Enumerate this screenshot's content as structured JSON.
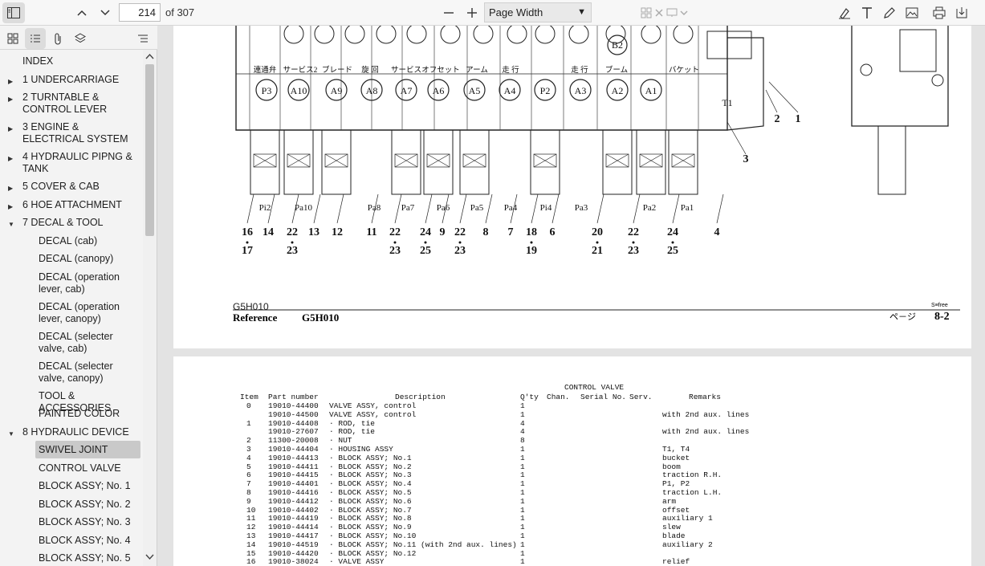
{
  "toolbar": {
    "page_current": "214",
    "page_of": "of 307",
    "zoom": "Page Width"
  },
  "outline": [
    {
      "label": "INDEX",
      "level": 0,
      "twisty": ""
    },
    {
      "label": "1 UNDERCARRIAGE",
      "level": 0,
      "twisty": "▶"
    },
    {
      "label": "2 TURNTABLE & CONTROL LEVER",
      "level": 0,
      "twisty": "▶"
    },
    {
      "label": "3 ENGINE & ELECTRICAL SYSTEM",
      "level": 0,
      "twisty": "▶"
    },
    {
      "label": "4 HYDRAULIC PIPNG & TANK",
      "level": 0,
      "twisty": "▶"
    },
    {
      "label": "5 COVER & CAB",
      "level": 0,
      "twisty": "▶"
    },
    {
      "label": "6 HOE ATTACHMENT",
      "level": 0,
      "twisty": "▶"
    },
    {
      "label": "7 DECAL & TOOL",
      "level": 0,
      "twisty": "▼"
    },
    {
      "label": "DECAL (cab)",
      "level": 1,
      "twisty": ""
    },
    {
      "label": "DECAL (canopy)",
      "level": 1,
      "twisty": ""
    },
    {
      "label": "DECAL (operation lever, cab)",
      "level": 1,
      "twisty": ""
    },
    {
      "label": "DECAL (operation lever, canopy)",
      "level": 1,
      "twisty": ""
    },
    {
      "label": "DECAL (selecter valve, cab)",
      "level": 1,
      "twisty": ""
    },
    {
      "label": "DECAL (selecter valve, canopy)",
      "level": 1,
      "twisty": ""
    },
    {
      "label": "TOOL & ACCESSORIES",
      "level": 1,
      "twisty": ""
    },
    {
      "label": "PAINTED COLOR",
      "level": 1,
      "twisty": ""
    },
    {
      "label": "8 HYDRAULIC DEVICE",
      "level": 0,
      "twisty": "▼"
    },
    {
      "label": "SWIVEL JOINT",
      "level": 1,
      "twisty": "",
      "selected": true
    },
    {
      "label": "CONTROL VALVE",
      "level": 1,
      "twisty": ""
    },
    {
      "label": "BLOCK ASSY; No. 1",
      "level": 1,
      "twisty": ""
    },
    {
      "label": "BLOCK ASSY; No. 2",
      "level": 1,
      "twisty": ""
    },
    {
      "label": "BLOCK ASSY; No. 3",
      "level": 1,
      "twisty": ""
    },
    {
      "label": "BLOCK ASSY; No. 4",
      "level": 1,
      "twisty": ""
    },
    {
      "label": "BLOCK ASSY; No. 5",
      "level": 1,
      "twisty": ""
    }
  ],
  "page1": {
    "port_labels": [
      "P3",
      "A10",
      "A9",
      "A8",
      "A7",
      "A6",
      "A5",
      "A4",
      "P2",
      "A3",
      "A2",
      "A1"
    ],
    "port_top_labels": [
      "B2"
    ],
    "jp_labels": [
      "連通弁",
      "サービス2",
      "ブレード",
      "旋 回",
      "サービス",
      "オフセット",
      "アーム",
      "走 行",
      "走 行",
      "ブーム",
      "バケット"
    ],
    "pilot_labels": [
      "Pi2",
      "Pa10",
      "Pa8",
      "Pa7",
      "Pa6",
      "Pa5",
      "Pa4",
      "Pi4",
      "Pa3",
      "Pa2",
      "Pa1"
    ],
    "t1": "T1",
    "callouts_top": [
      "16",
      "14",
      "22",
      "13",
      "12",
      "11",
      "22",
      "24",
      "9",
      "22",
      "8",
      "7",
      "18",
      "6",
      "20",
      "22",
      "24",
      "4"
    ],
    "callouts_bottom": [
      "17",
      "23",
      "23",
      "25",
      "23",
      "19",
      "21",
      "23",
      "25"
    ],
    "right_callouts": [
      "2",
      "1",
      "3"
    ],
    "ref_code": "G5H010",
    "ref_label": "Reference",
    "ref_value": "G5H010",
    "page_jp": "ペ－ジ",
    "page_num": "8-2",
    "sfree": "S≡free"
  },
  "page2": {
    "title": "CONTROL VALVE",
    "headers": [
      "Item",
      "Part number",
      "Description",
      "Q'ty",
      "Chan.",
      "Serial No.",
      "Serv.",
      "Remarks"
    ],
    "rows": [
      [
        "0",
        "19010-44400",
        "VALVE ASSY, control",
        "1",
        "",
        "",
        "",
        ""
      ],
      [
        "",
        "19010-44500",
        "VALVE ASSY, control",
        "1",
        "",
        "",
        "",
        "with 2nd aux. lines"
      ],
      [
        "1",
        "19010-44408",
        "· ROD, tie",
        "4",
        "",
        "",
        "",
        ""
      ],
      [
        "",
        "19010-27607",
        "· ROD, tie",
        "4",
        "",
        "",
        "",
        "with 2nd aux. lines"
      ],
      [
        "2",
        "11300-20008",
        "· NUT",
        "8",
        "",
        "",
        "",
        ""
      ],
      [
        "3",
        "19010-44404",
        "· HOUSING ASSY",
        "1",
        "",
        "",
        "",
        "T1, T4"
      ],
      [
        "4",
        "19010-44413",
        "· BLOCK ASSY; No.1",
        "1",
        "",
        "",
        "",
        "bucket"
      ],
      [
        "5",
        "19010-44411",
        "· BLOCK ASSY; No.2",
        "1",
        "",
        "",
        "",
        "boom"
      ],
      [
        "6",
        "19010-44415",
        "· BLOCK ASSY; No.3",
        "1",
        "",
        "",
        "",
        "traction R.H."
      ],
      [
        "7",
        "19010-44401",
        "· BLOCK ASSY; No.4",
        "1",
        "",
        "",
        "",
        "P1, P2"
      ],
      [
        "8",
        "19010-44416",
        "· BLOCK ASSY; No.5",
        "1",
        "",
        "",
        "",
        "traction L.H."
      ],
      [
        "9",
        "19010-44412",
        "· BLOCK ASSY; No.6",
        "1",
        "",
        "",
        "",
        "arm"
      ],
      [
        "10",
        "19010-44402",
        "· BLOCK ASSY; No.7",
        "1",
        "",
        "",
        "",
        "offset"
      ],
      [
        "11",
        "19010-44419",
        "· BLOCK ASSY; No.8",
        "1",
        "",
        "",
        "",
        "auxiliary 1"
      ],
      [
        "12",
        "19010-44414",
        "· BLOCK ASSY; No.9",
        "1",
        "",
        "",
        "",
        "slew"
      ],
      [
        "13",
        "19010-44417",
        "· BLOCK ASSY; No.10",
        "1",
        "",
        "",
        "",
        "blade"
      ],
      [
        "14",
        "19010-44519",
        "· BLOCK ASSY; No.11 (with 2nd aux. lines)",
        "1",
        "",
        "",
        "",
        "auxiliary 2"
      ],
      [
        "15",
        "19010-44420",
        "· BLOCK ASSY; No.12",
        "1",
        "",
        "",
        "",
        ""
      ],
      [
        "16",
        "19010-38024",
        "· VALVE ASSY",
        "1",
        "",
        "",
        "",
        "relief"
      ]
    ]
  }
}
